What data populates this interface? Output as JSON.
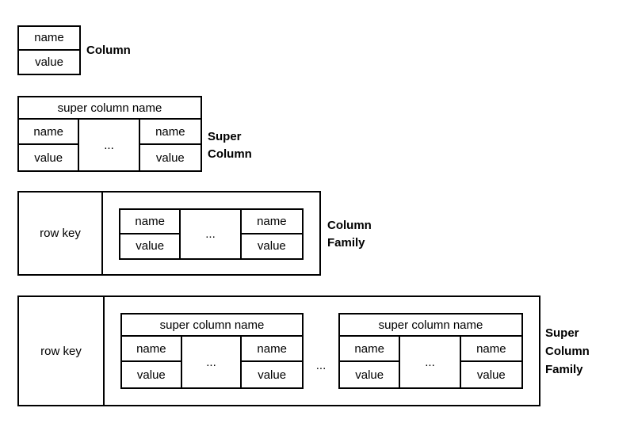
{
  "terms": {
    "name": "name",
    "value": "value",
    "super_column_name": "super column name",
    "row_key": "row key",
    "ellipsis": "..."
  },
  "diagrams": {
    "column": {
      "label_lines": [
        "Column"
      ]
    },
    "super_column": {
      "label_lines": [
        "Super",
        "Column"
      ]
    },
    "column_family": {
      "label_lines": [
        "Column",
        "Family"
      ]
    },
    "super_column_family": {
      "label_lines": [
        "Super",
        "Column",
        "Family"
      ]
    }
  },
  "colors": {
    "border": "#000000",
    "text": "#000000",
    "background": "#ffffff"
  }
}
